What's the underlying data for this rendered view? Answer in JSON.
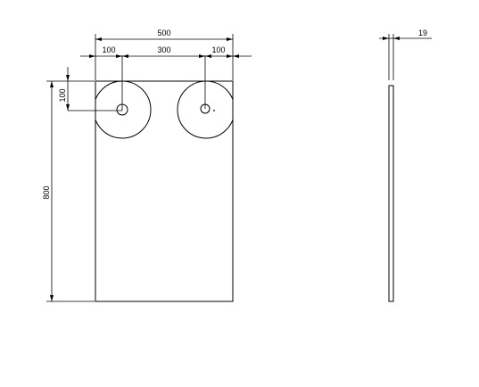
{
  "drawing": {
    "front_view": {
      "overall_width": "500",
      "overall_height": "800",
      "left_offset": "100",
      "hole_spacing": "300",
      "right_offset": "100",
      "top_offset": "100"
    },
    "side_view": {
      "thickness": "19"
    }
  }
}
